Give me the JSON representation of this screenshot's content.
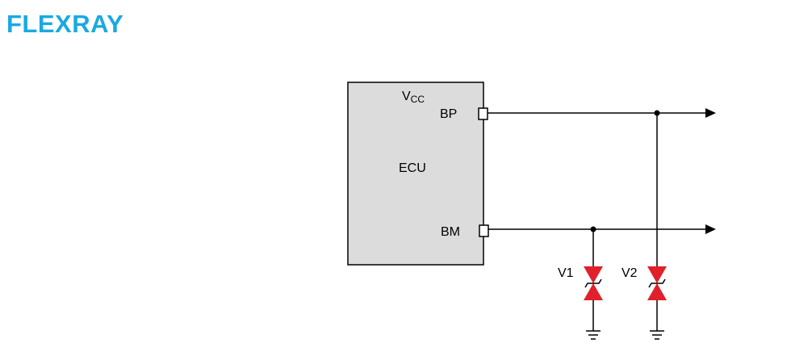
{
  "page": {
    "title": "FLEXRAY"
  },
  "colors": {
    "title": "#1aa9e1",
    "ecu_fill": "#dcdcdd",
    "tvs_red": "#e0202a",
    "line": "#000000"
  },
  "ecu": {
    "name": "ECU",
    "vcc_main": "V",
    "vcc_sub": "CC",
    "pin_bp": "BP",
    "pin_bm": "BM"
  },
  "diodes": [
    {
      "label": "V1",
      "connects_to": "BM"
    },
    {
      "label": "V2",
      "connects_to": "BP"
    }
  ],
  "icons": {
    "ground": "ground-symbol-icon",
    "diode": "bidirectional-tvs-diode-icon",
    "arrow": "arrow-right-icon"
  }
}
